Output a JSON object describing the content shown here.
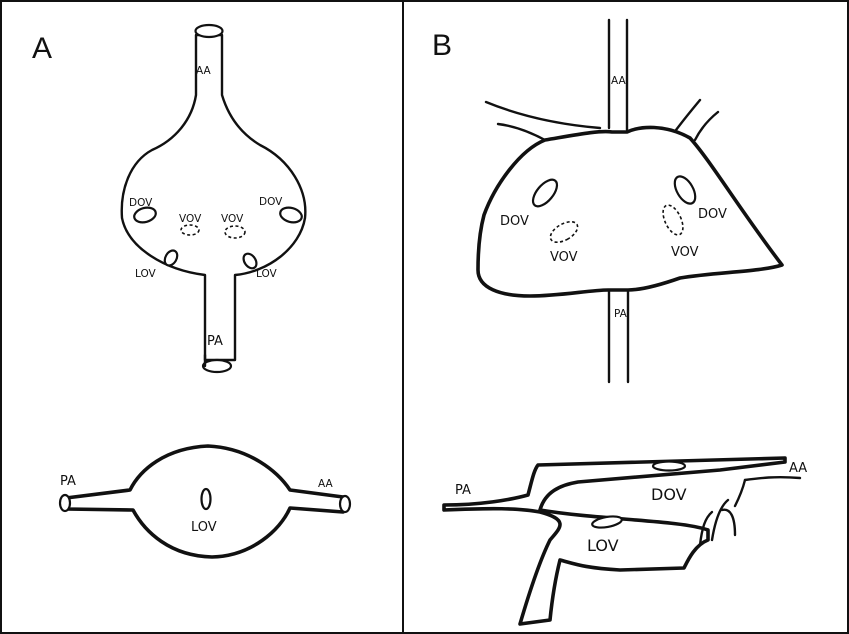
{
  "panels": {
    "a": {
      "letter": "A",
      "top": {
        "aa": "AA",
        "pa": "PA",
        "dov_left": "DOV",
        "dov_right": "DOV",
        "vov_left": "VOV",
        "vov_right": "VOV",
        "lov_left": "LOV",
        "lov_right": "LOV"
      },
      "bottom": {
        "pa": "PA",
        "aa": "AA",
        "lov": "LOV"
      }
    },
    "b": {
      "letter": "B",
      "top": {
        "aa": "AA",
        "pa": "PA",
        "dov_left": "DOV",
        "dov_right": "DOV",
        "vov_left": "VOV",
        "vov_right": "VOV"
      },
      "bottom": {
        "pa": "PA",
        "aa": "AA",
        "dov": "DOV",
        "lov": "LOV"
      }
    }
  }
}
